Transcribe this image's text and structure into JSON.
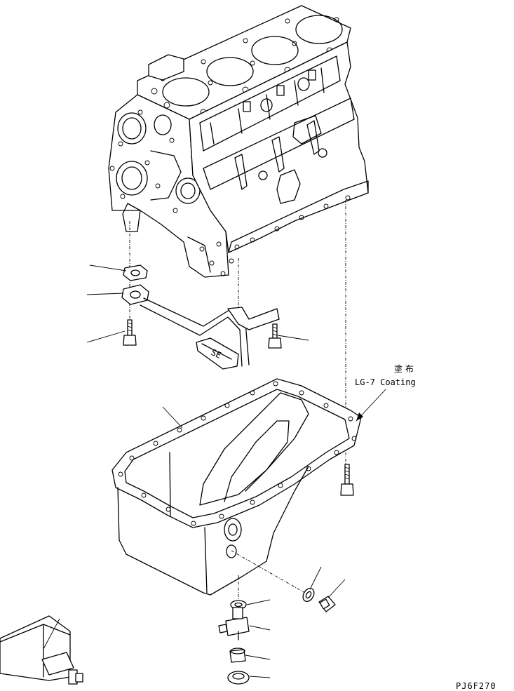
{
  "annotation": {
    "jp": "塗 布",
    "en": "LG-7 Coating"
  },
  "drawing_code": "PJ6F270"
}
